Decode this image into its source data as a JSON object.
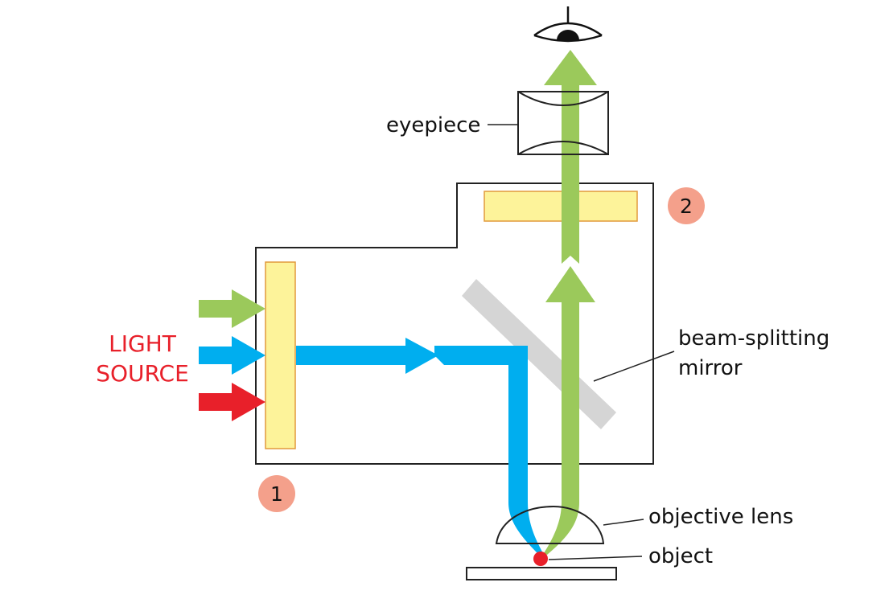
{
  "labels": {
    "light_source_line1": "LIGHT",
    "light_source_line2": "SOURCE",
    "eyepiece": "eyepiece",
    "beam_splitting_line1": "beam-splitting",
    "beam_splitting_line2": "mirror",
    "objective_lens": "objective lens",
    "object": "object",
    "filter_1": "1",
    "filter_2": "2"
  },
  "colors": {
    "green_light": "#9bc95b",
    "blue_light": "#00aeef",
    "red_light": "#e8202a",
    "light_source_text": "#e8202a",
    "filter_fill": "#fdf39a",
    "filter_stroke": "#e29a3c",
    "mirror": "#d5d5d5",
    "badge": "#f4a08b",
    "object_dot": "#e8202a",
    "outline": "#222222"
  }
}
